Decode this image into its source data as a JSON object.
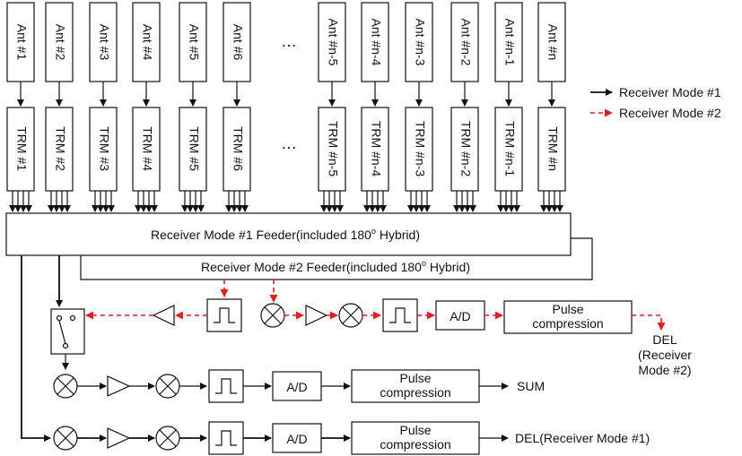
{
  "antennas": [
    "Ant #1",
    "Ant #2",
    "Ant #3",
    "Ant #4",
    "Ant #5",
    "Ant #6",
    "Ant #n-5",
    "Ant #n-4",
    "Ant #n-3",
    "Ant #n-2",
    "Ant #n-1",
    "Ant #n"
  ],
  "trms": [
    "TRM #1",
    "TRM #2",
    "TRM #3",
    "TRM #4",
    "TRM #5",
    "TRM #6",
    "TRM #n-5",
    "TRM #n-4",
    "TRM #n-3",
    "TRM #n-2",
    "TRM #n-1",
    "TRM #n"
  ],
  "ellipsis": "…",
  "legend": {
    "mode1": "Receiver Mode #1",
    "mode2": "Receiver Mode #2"
  },
  "colors": {
    "mode1": "#111111",
    "mode2": "#e02020"
  },
  "feeder1": {
    "pre": "Receiver Mode #1 Feeder(included 180",
    "sup": "o",
    "post": " Hybrid)"
  },
  "feeder2": {
    "pre": "Receiver Mode #2 Feeder(included 180",
    "sup": "o",
    "post": " Hybrid)"
  },
  "ad_label": "A/D",
  "pulse_label": [
    "Pulse",
    "compression"
  ],
  "outputs": {
    "del2": [
      "DEL",
      "(Receiver",
      "Mode #2)"
    ],
    "sum": "SUM",
    "del1": "DEL(Receiver Mode #1)"
  },
  "icons": [
    "mixer-icon",
    "amplifier-icon",
    "filter-icon",
    "switch-icon"
  ]
}
